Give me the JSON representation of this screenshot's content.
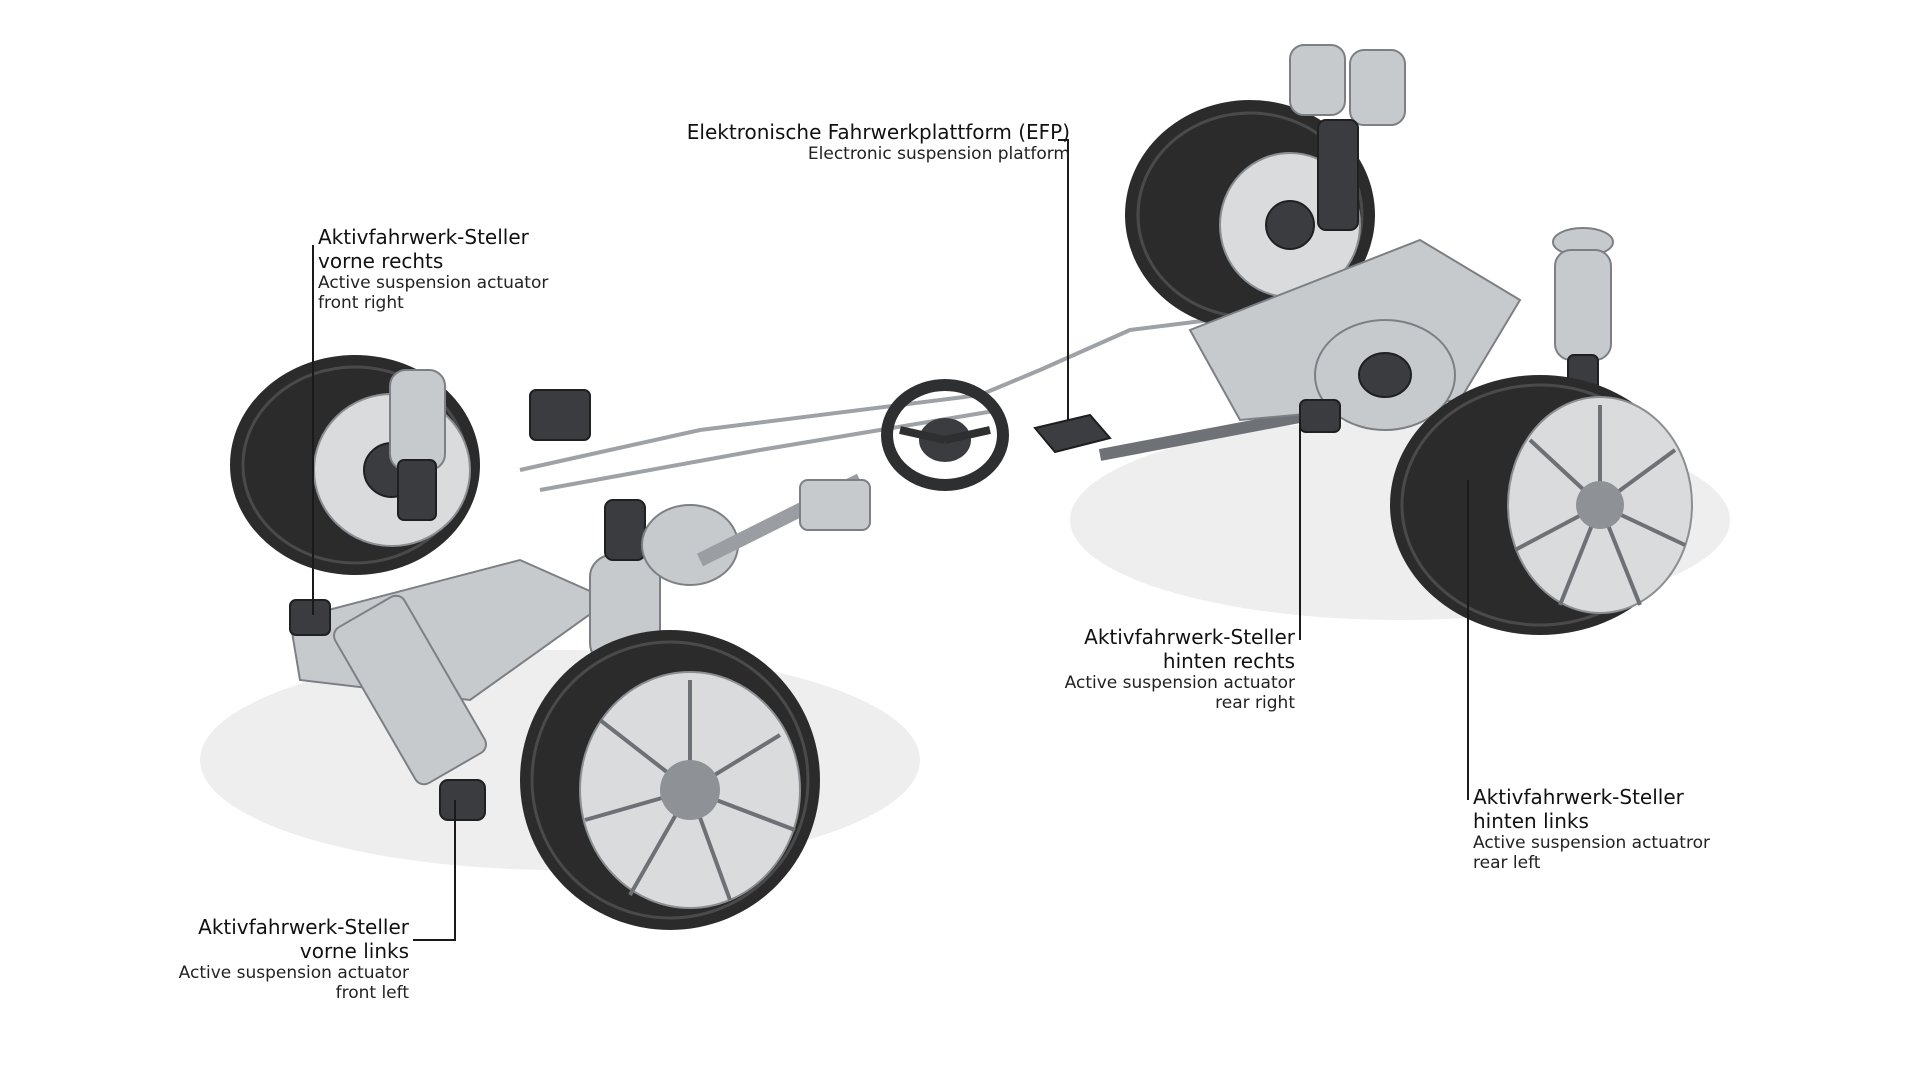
{
  "callouts": {
    "efp": {
      "de": "Elektronische Fahrwerkplattform (EFP)",
      "en": "Electronic suspension platform"
    },
    "front_right": {
      "de_line1": "Aktivfahrwerk-Steller",
      "de_line2": "vorne rechts",
      "en_line1": "Active suspension actuator",
      "en_line2": "front right"
    },
    "front_left": {
      "de_line1": "Aktivfahrwerk-Steller",
      "de_line2": "vorne links",
      "en_line1": "Active suspension actuator",
      "en_line2": "front left"
    },
    "rear_right": {
      "de_line1": "Aktivfahrwerk-Steller",
      "de_line2": "hinten rechts",
      "en_line1": "Active suspension actuator",
      "en_line2": "rear right"
    },
    "rear_left": {
      "de_line1": "Aktivfahrwerk-Steller",
      "de_line2": "hinten links",
      "en_line1": "Active suspension actuatror",
      "en_line2": "rear left"
    }
  }
}
